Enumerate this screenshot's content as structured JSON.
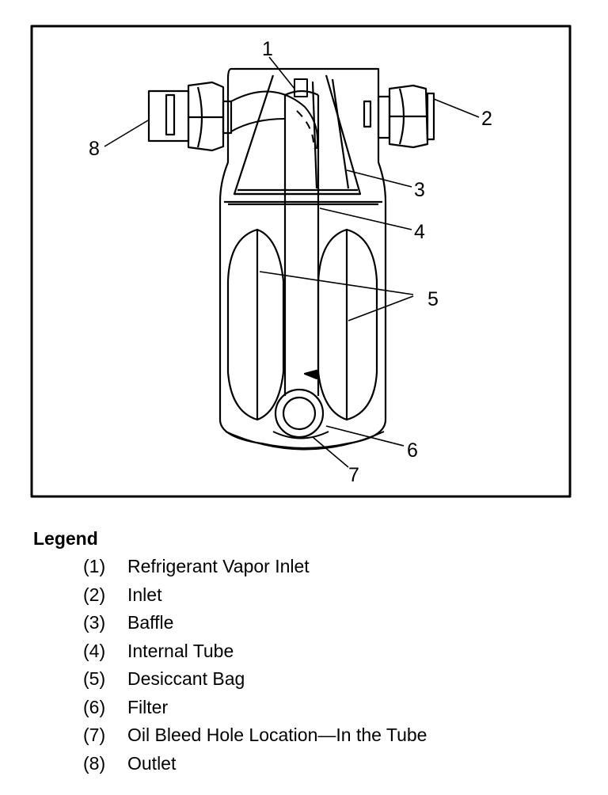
{
  "diagram": {
    "callouts": [
      "1",
      "2",
      "3",
      "4",
      "5",
      "6",
      "7",
      "8"
    ]
  },
  "legend": {
    "title": "Legend",
    "items": [
      {
        "num": "(1)",
        "label": "Refrigerant Vapor Inlet"
      },
      {
        "num": "(2)",
        "label": "Inlet"
      },
      {
        "num": "(3)",
        "label": "Baffle"
      },
      {
        "num": "(4)",
        "label": "Internal Tube"
      },
      {
        "num": "(5)",
        "label": "Desiccant Bag"
      },
      {
        "num": "(6)",
        "label": "Filter"
      },
      {
        "num": "(7)",
        "label": "Oil Bleed Hole Location—In the Tube"
      },
      {
        "num": "(8)",
        "label": "Outlet"
      }
    ]
  }
}
